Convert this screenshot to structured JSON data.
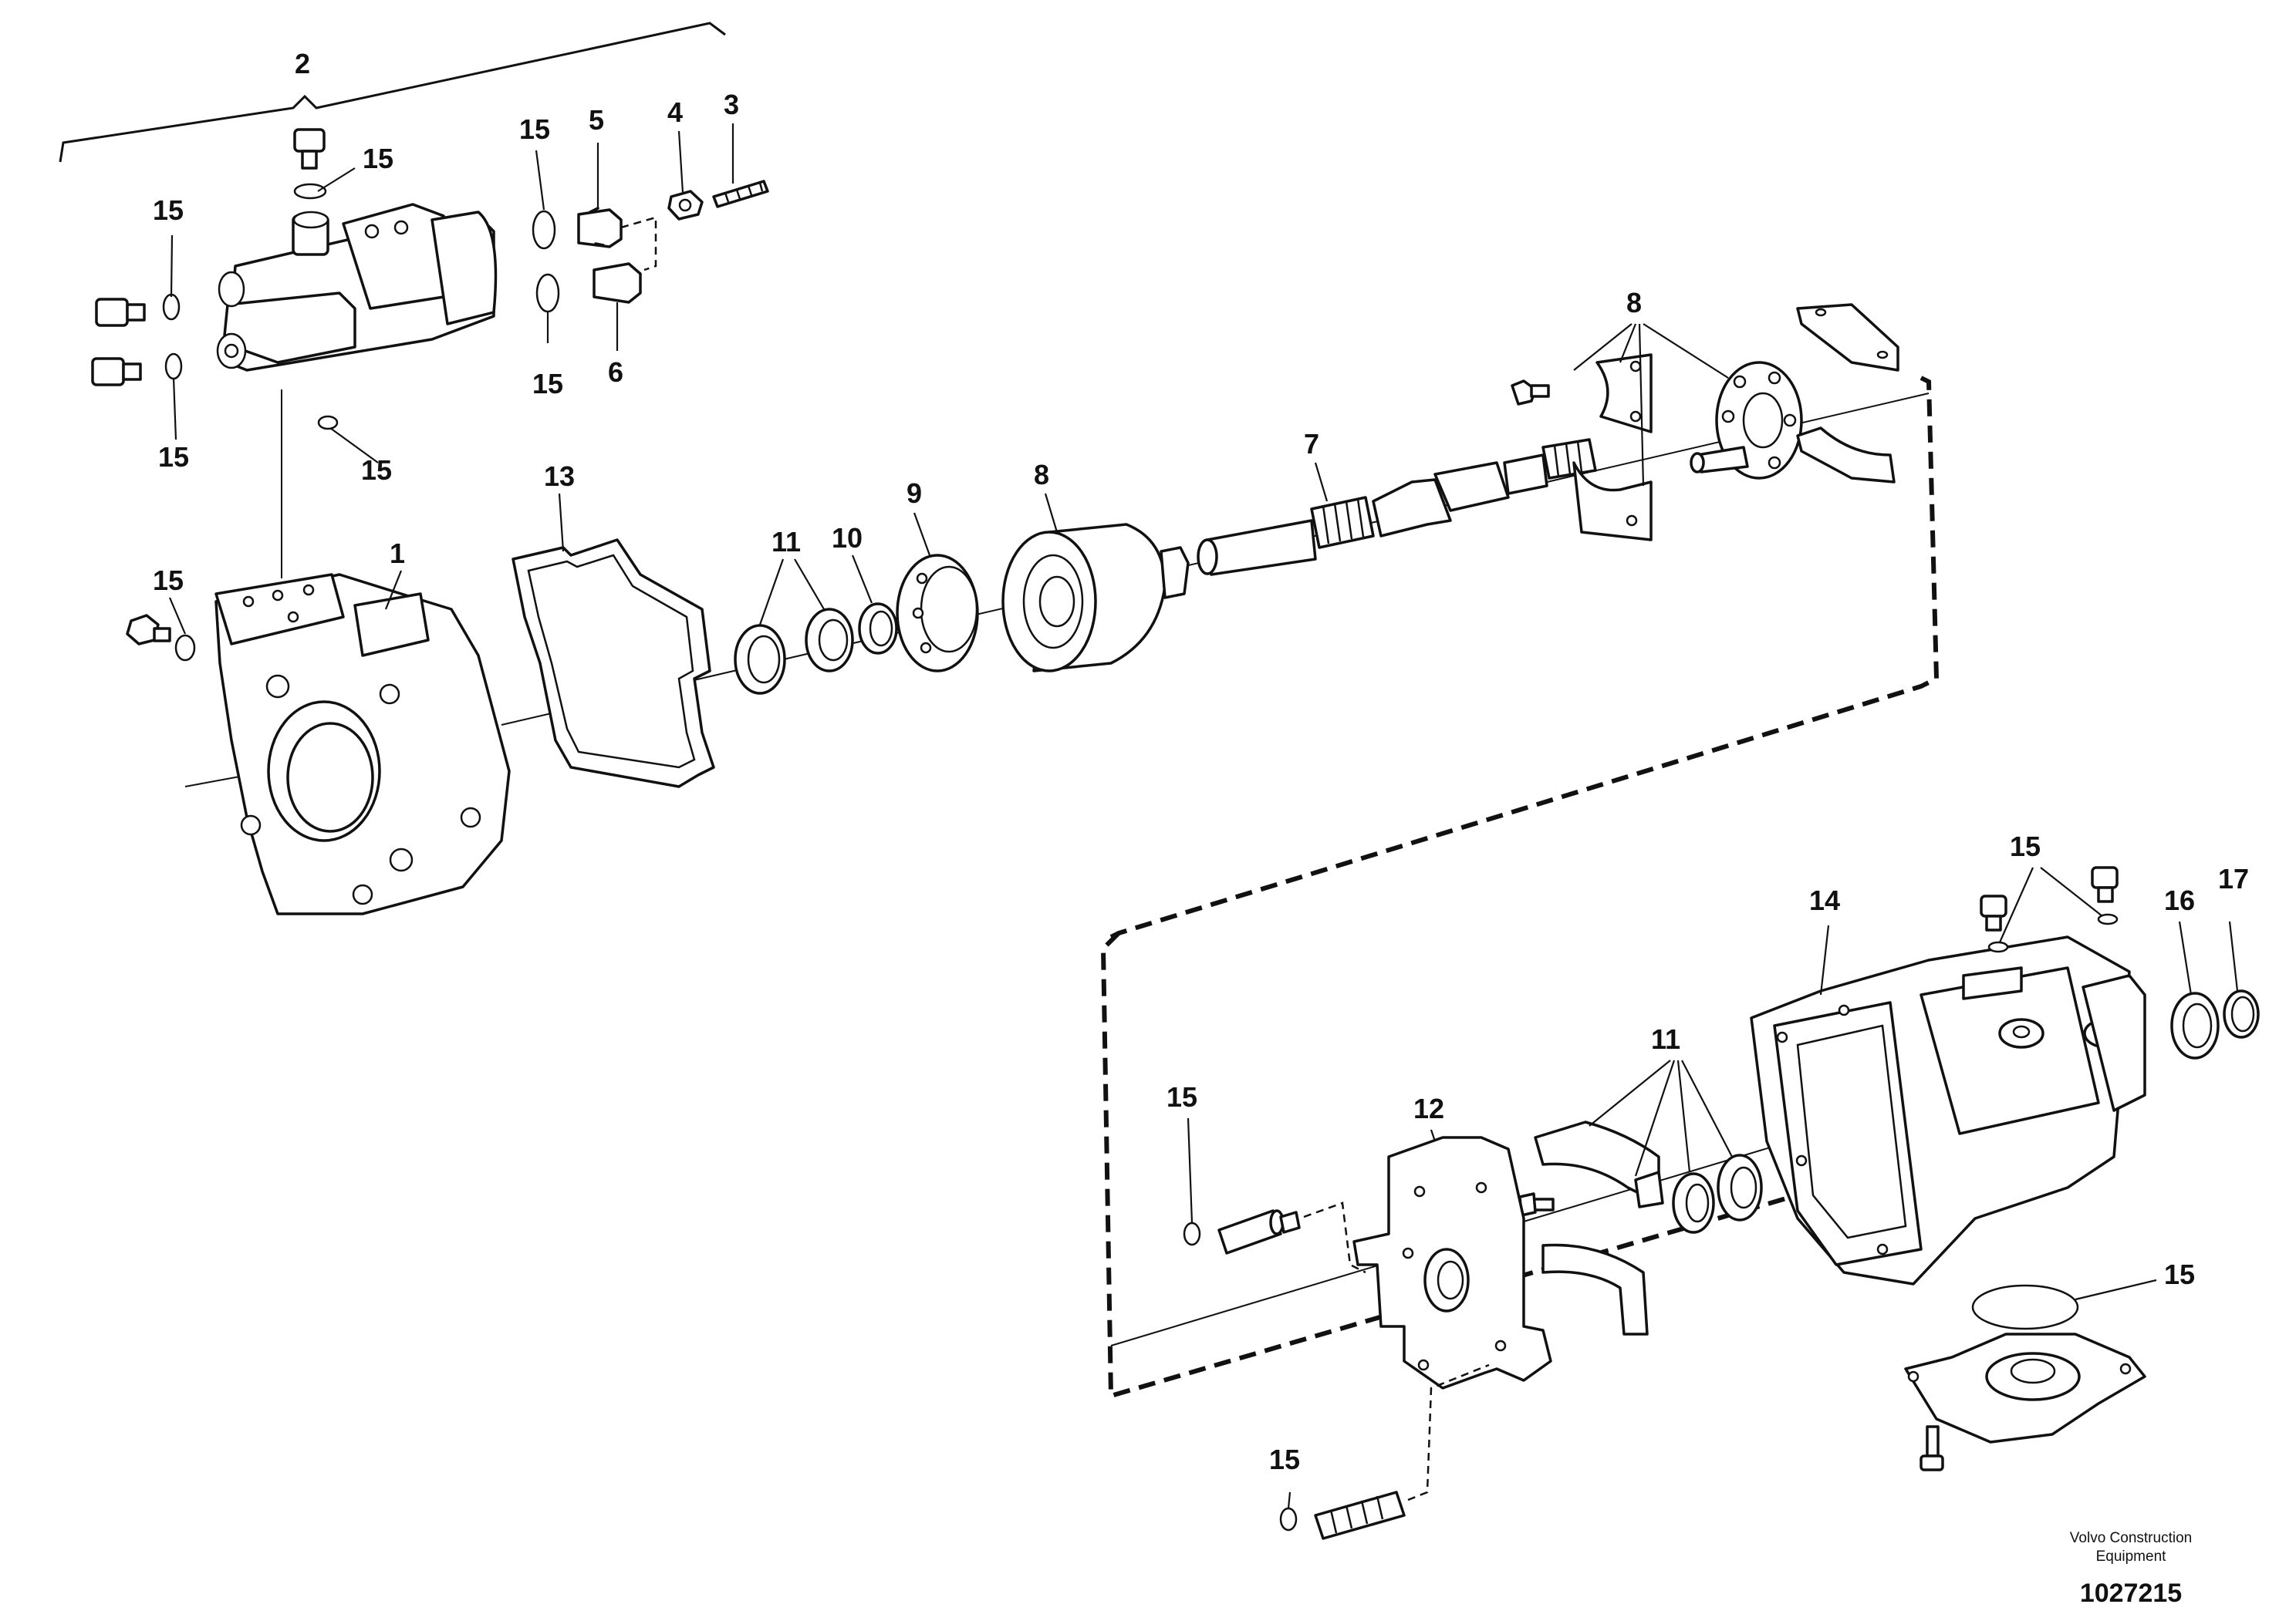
{
  "callouts": {
    "c1": "1",
    "c2": "2",
    "c3": "3",
    "c4": "4",
    "c5": "5",
    "c6": "6",
    "c7": "7",
    "c8a": "8",
    "c8b": "8",
    "c9": "9",
    "c10": "10",
    "c11a": "11",
    "c11b": "11",
    "c12": "12",
    "c13": "13",
    "c14": "14",
    "c15": "15",
    "c16": "16",
    "c17": "17"
  },
  "footer": {
    "brand_line1": "Volvo Construction",
    "brand_line2": "Equipment",
    "doc_number": "1027215"
  }
}
